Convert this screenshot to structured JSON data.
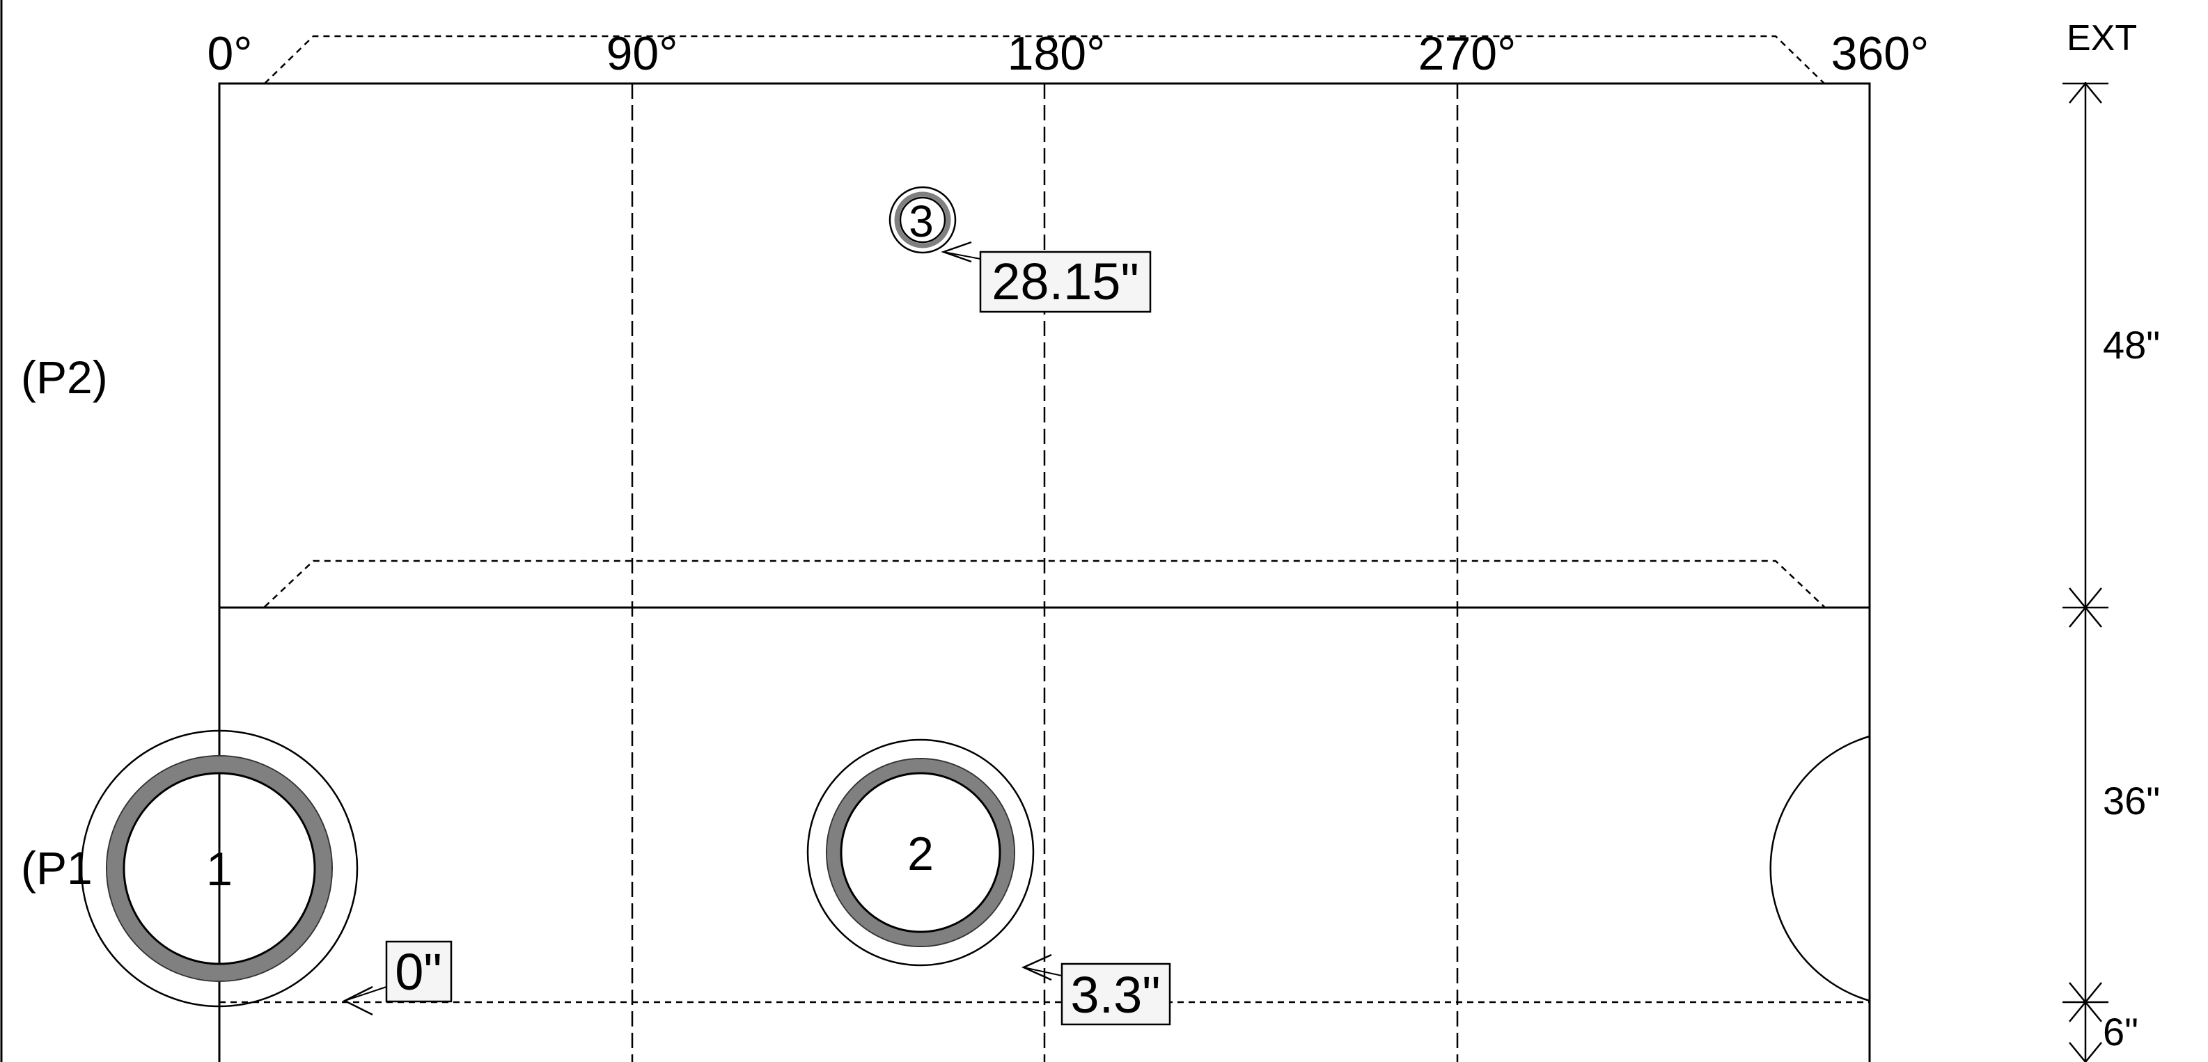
{
  "shell_layout": {
    "angle_labels": [
      "0°",
      "90°",
      "180°",
      "270°",
      "360°"
    ],
    "ext_label": "EXT",
    "shells": [
      {
        "label": "(P2)",
        "height": "48\""
      },
      {
        "label": "(P1",
        "height": "36\""
      }
    ],
    "bottom_dimension": "6\"",
    "nozzles": [
      {
        "number": "1",
        "callout": "0\""
      },
      {
        "number": "2",
        "callout": "3.3\""
      },
      {
        "number": "3",
        "callout": "28.15\""
      }
    ]
  }
}
